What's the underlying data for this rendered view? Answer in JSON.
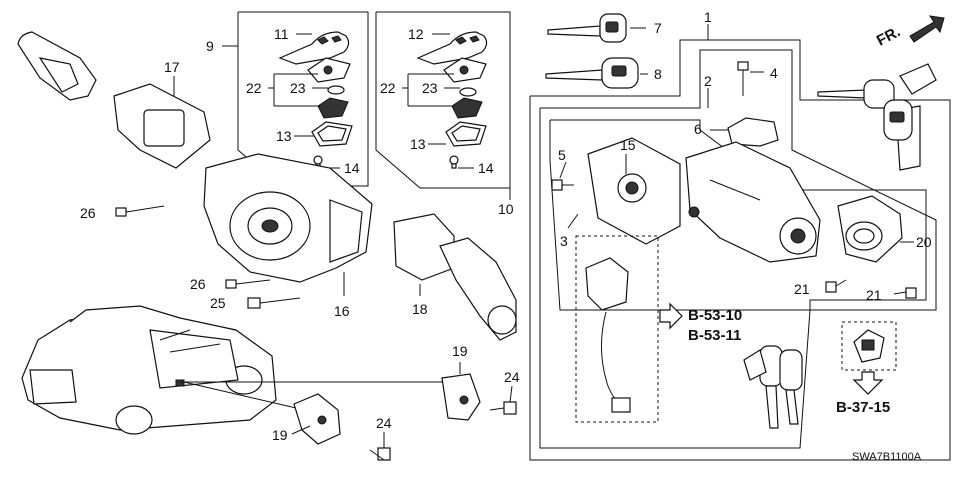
{
  "callouts": {
    "c1": "1",
    "c2": "2",
    "c3": "3",
    "c4": "4",
    "c5": "5",
    "c6": "6",
    "c7": "7",
    "c8": "8",
    "c9": "9",
    "c10": "10",
    "c11": "11",
    "c12": "12",
    "c13a": "13",
    "c13b": "13",
    "c14a": "14",
    "c14b": "14",
    "c15": "15",
    "c16": "16",
    "c17": "17",
    "c18": "18",
    "c19a": "19",
    "c19b": "19",
    "c20": "20",
    "c21a": "21",
    "c21b": "21",
    "c22a": "22",
    "c22b": "22",
    "c23a": "23",
    "c23b": "23",
    "c24a": "24",
    "c24b": "24",
    "c25": "25",
    "c26a": "26",
    "c26b": "26"
  },
  "references": {
    "b5310": "B-53-10",
    "b5311": "B-53-11",
    "b3715": "B-37-15"
  },
  "direction_label": "FR.",
  "diagram_code": "SWA7B1100A"
}
